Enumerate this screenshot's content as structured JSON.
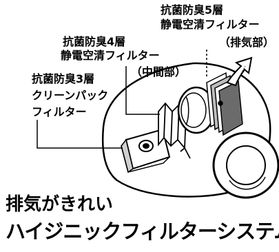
{
  "labels": {
    "layer5": {
      "line1": "抗菌防臭5層",
      "line2": "静電空清フィルター",
      "line3": "（排気部）"
    },
    "layer4": {
      "line1": "抗菌防臭4層",
      "line2": "静電空清フィルター",
      "line3": "（中間部）"
    },
    "layer3": {
      "line1": "抗菌防臭3層",
      "line2": "クリーンパック",
      "line3": "フィルター"
    }
  },
  "captions": {
    "line1": "排気がきれい",
    "line2": "ハイジニックフィルターシステム"
  },
  "colors": {
    "ink": "#000000",
    "background": "#ffffff"
  }
}
